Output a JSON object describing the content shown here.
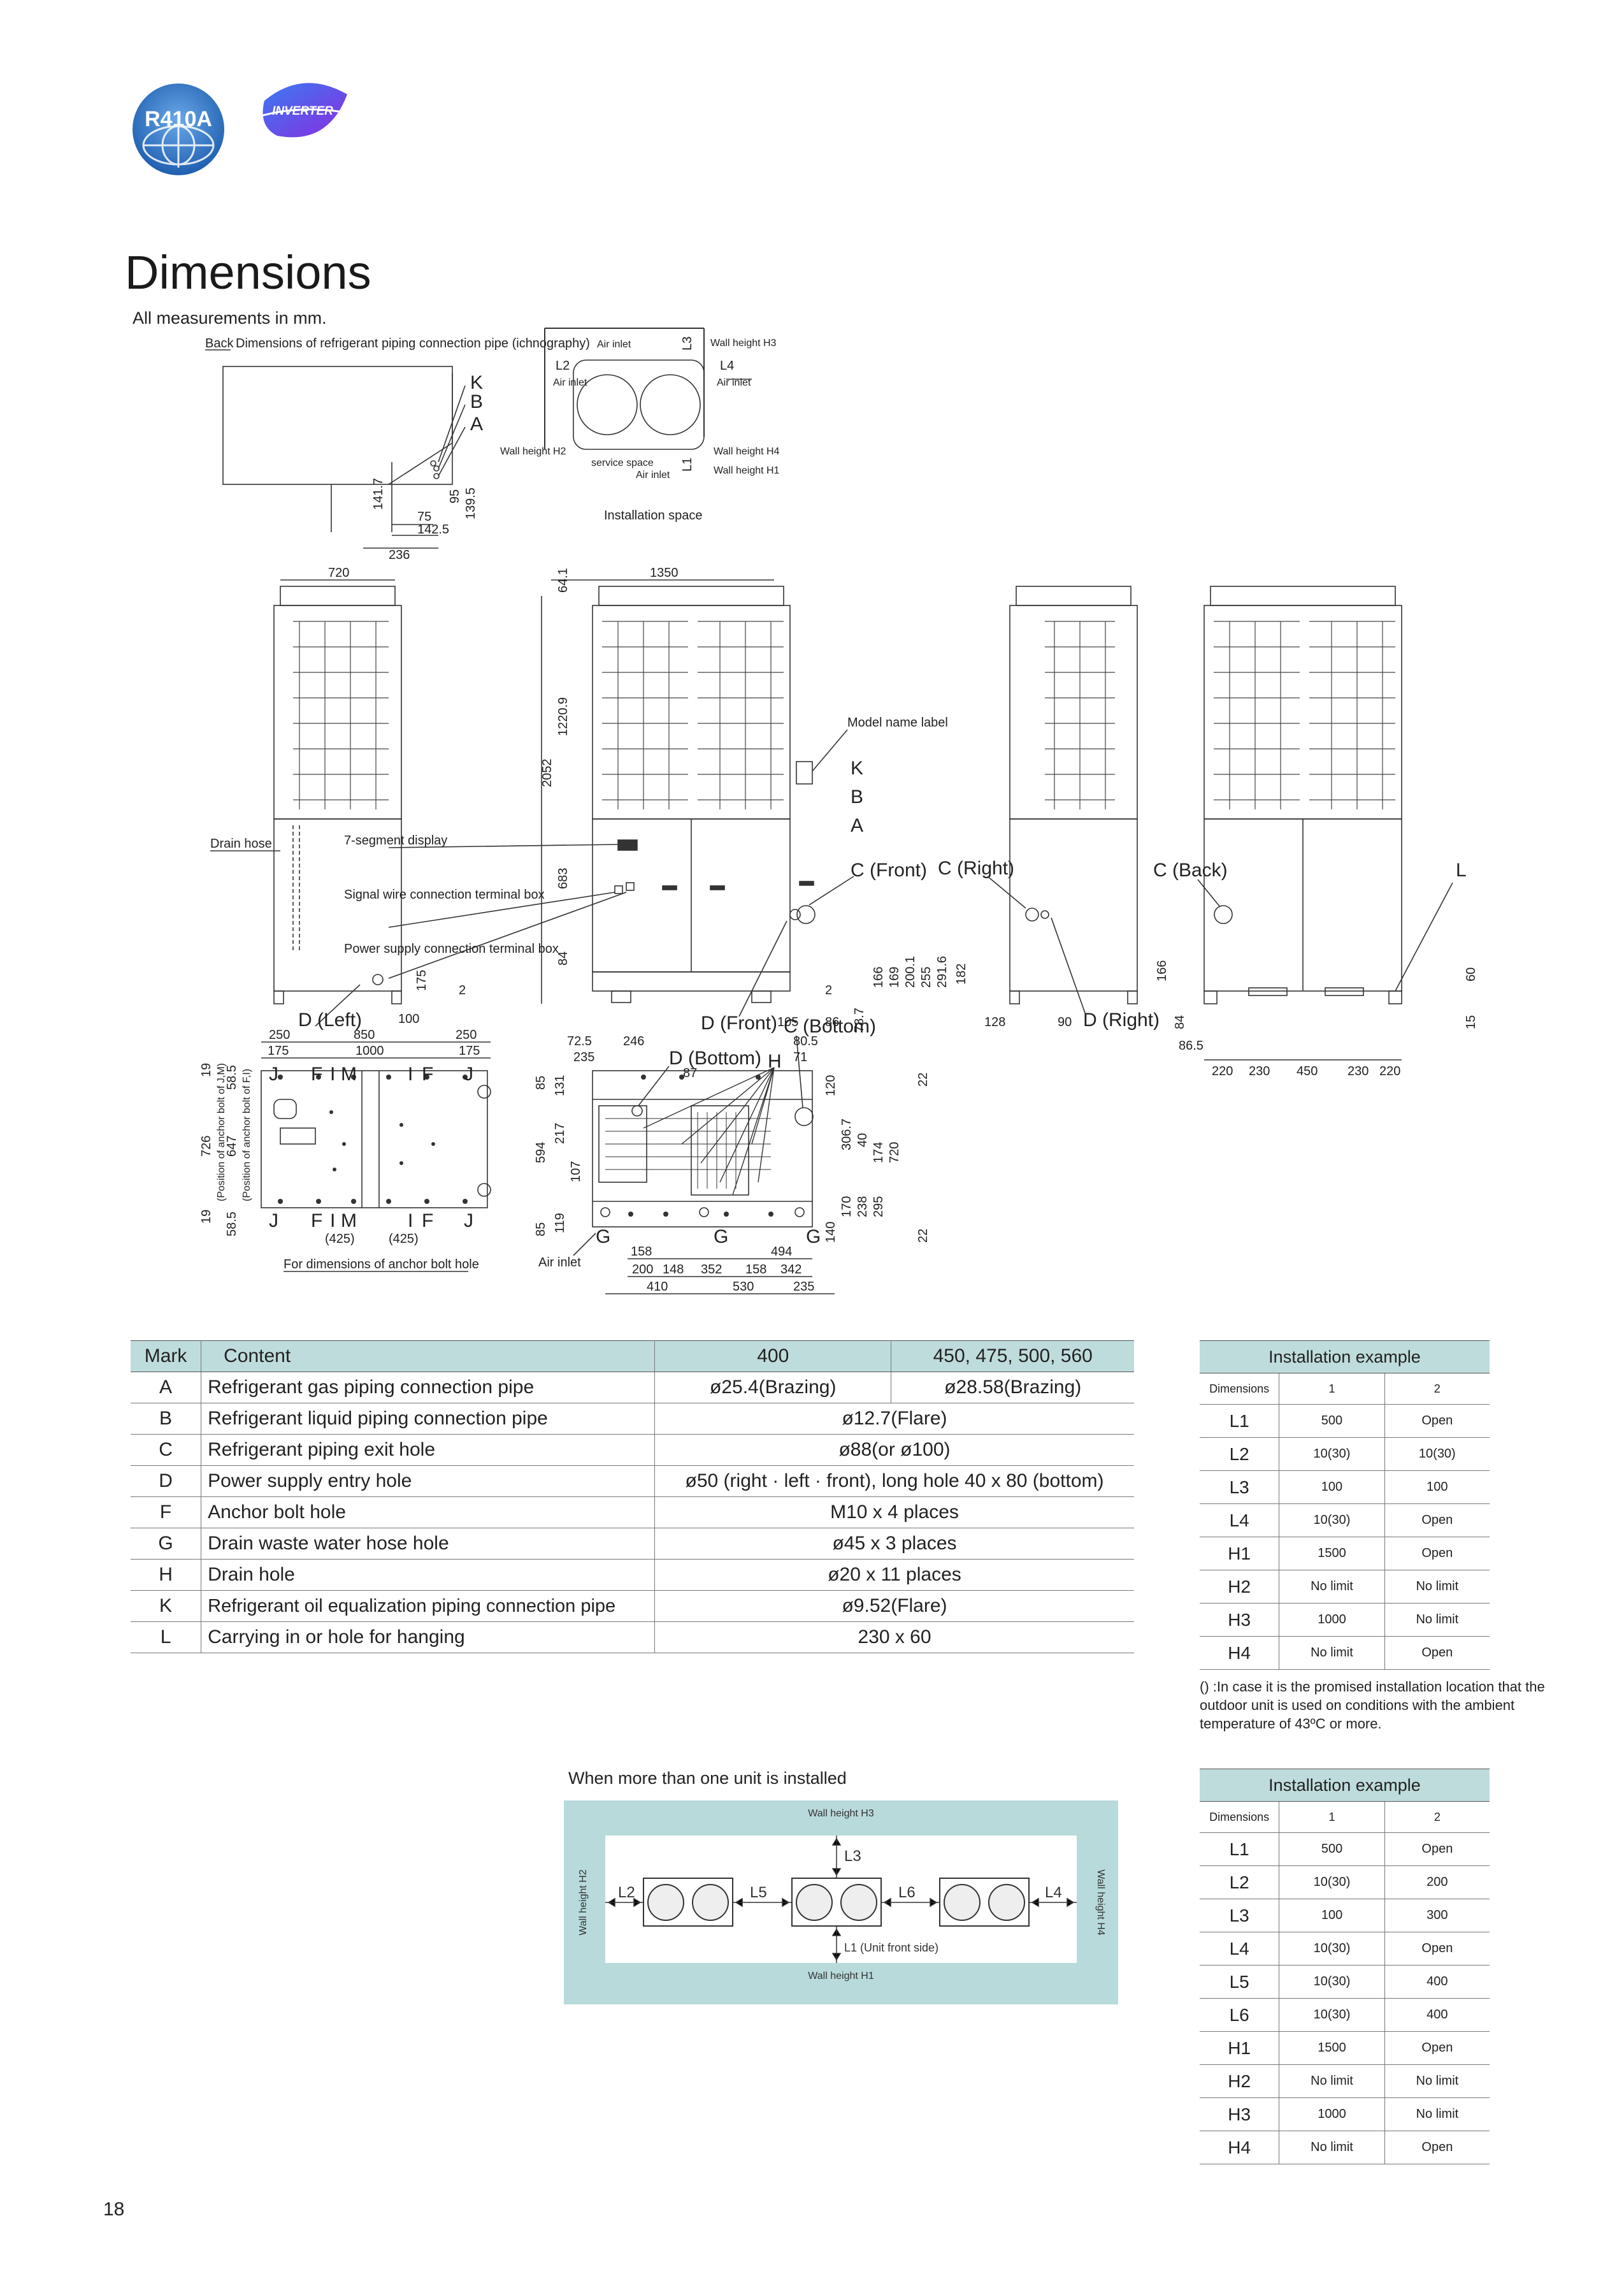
{
  "logos": {
    "refrigerant": "R410A",
    "inverter": "INVERTER"
  },
  "title": "Dimensions",
  "subtitle": "All measurements in mm.",
  "drawing": {
    "back_label": "Back",
    "piping_title": "Dimensions of refrigerant piping connection pipe (ichnography)",
    "piping_letters": [
      "K",
      "B",
      "A"
    ],
    "piping_dims": [
      "141.7",
      "95",
      "139.5",
      "75",
      "142.5",
      "236"
    ],
    "install_space": {
      "caption": "Installation space",
      "air_inlet": "Air inlet",
      "service_space": "service space",
      "wall_h1": "Wall height H1",
      "wall_h2": "Wall height H2",
      "wall_h3": "Wall height H3",
      "wall_h4": "Wall height H4",
      "l1": "L1",
      "l2": "L2",
      "l3": "L3",
      "l4": "L4"
    },
    "elev_dims": {
      "side_width": "720",
      "front_width": "1350",
      "top": "64.1",
      "upper": "1220.9",
      "total": "2052",
      "lower": "683",
      "base": "84",
      "drain_175": "175",
      "left_100": "100"
    },
    "labels": {
      "drain_hose": "Drain hose",
      "seg_display": "7-segment display",
      "signal_box": "Signal wire connection terminal box",
      "power_box": "Power supply connection terminal box",
      "model_label": "Model name label",
      "d_left": "D (Left)",
      "d_front": "D (Front)",
      "d_right": "D (Right)",
      "d_bottom": "D (Bottom)",
      "c_front": "C (Front)",
      "c_right": "C (Right)",
      "c_back": "C (Back)",
      "c_bottom": "C (Bottom)",
      "k": "K",
      "b": "B",
      "a": "A",
      "l": "L",
      "h": "H",
      "g": "G",
      "anchor_note": "For dimensions of anchor bolt hole",
      "air_inlet": "Air inlet",
      "pos_j_m": "(Position of anchor bolt of J,M)",
      "pos_f_i": "(Position of anchor bolt of F,I)"
    },
    "front_dims": [
      "2",
      "105",
      "2",
      "86",
      "78.7",
      "166",
      "169",
      "200.1",
      "255",
      "291.6",
      "182"
    ],
    "right_dims": [
      "128",
      "90"
    ],
    "back_dims": [
      "166",
      "84",
      "86.5",
      "60",
      "15",
      "220",
      "230",
      "450",
      "230",
      "220"
    ],
    "plan_top": [
      "250",
      "850",
      "250",
      "175",
      "1000",
      "175"
    ],
    "plan_left": [
      "19",
      "58.5",
      "726",
      "647",
      "19",
      "58.5"
    ],
    "plan_bottom": [
      "(425)",
      "(425)"
    ],
    "plan_letters_top": [
      "J",
      "F",
      "I",
      "M",
      "I",
      "F",
      "J"
    ],
    "plan_letters_bottom": [
      "J",
      "F",
      "I",
      "M",
      "I",
      "F",
      "J"
    ],
    "bottom_dims_top": [
      "72.5",
      "246",
      "235",
      "87",
      "80.5",
      "71"
    ],
    "bottom_dims_left": [
      "85",
      "131",
      "594",
      "217",
      "107",
      "85",
      "119"
    ],
    "bottom_dims_right": [
      "120",
      "22",
      "306.7",
      "40",
      "174",
      "720",
      "170",
      "238",
      "295",
      "140",
      "22"
    ],
    "bottom_dims_bottom": [
      "158",
      "494",
      "200",
      "148",
      "352",
      "158",
      "342",
      "410",
      "530",
      "235"
    ]
  },
  "spec_table": {
    "headers": [
      "Mark",
      "Content",
      "400",
      "450, 475, 500, 560"
    ],
    "rows": [
      {
        "mark": "A",
        "content": "Refrigerant gas piping connection pipe",
        "v1": "ø25.4(Brazing)",
        "v2": "ø28.58(Brazing)"
      },
      {
        "mark": "B",
        "content": "Refrigerant liquid piping connection pipe",
        "v": "ø12.7(Flare)"
      },
      {
        "mark": "C",
        "content": "Refrigerant piping exit hole",
        "v": "ø88(or ø100)"
      },
      {
        "mark": "D",
        "content": "Power supply entry hole",
        "v": "ø50 (right · left · front), long hole 40 x 80 (bottom)"
      },
      {
        "mark": "F",
        "content": "Anchor bolt hole",
        "v": "M10 x 4 places"
      },
      {
        "mark": "G",
        "content": "Drain waste water hose hole",
        "v": "ø45 x 3 places"
      },
      {
        "mark": "H",
        "content": "Drain hole",
        "v": "ø20 x 11 places"
      },
      {
        "mark": "K",
        "content": "Refrigerant oil equalization piping connection pipe",
        "v": "ø9.52(Flare)"
      },
      {
        "mark": "L",
        "content": "Carrying in or hole for hanging",
        "v": "230 x 60"
      }
    ]
  },
  "install_table_1": {
    "title": "Installation example",
    "header": [
      "Dimensions",
      "1",
      "2"
    ],
    "rows": [
      [
        "L1",
        "500",
        "Open"
      ],
      [
        "L2",
        "10(30)",
        "10(30)"
      ],
      [
        "L3",
        "100",
        "100"
      ],
      [
        "L4",
        "10(30)",
        "Open"
      ],
      [
        "H1",
        "1500",
        "Open"
      ],
      [
        "H2",
        "No limit",
        "No limit"
      ],
      [
        "H3",
        "1000",
        "No limit"
      ],
      [
        "H4",
        "No limit",
        "Open"
      ]
    ]
  },
  "install_note": "() :In case it is the promised installation location that the outdoor unit is used on conditions with the ambient temperature of 43ºC or more.",
  "multi_unit": {
    "caption": "When more than one unit is installed",
    "wall_h3": "Wall height H3",
    "wall_h1": "Wall height H1",
    "wall_h2": "Wall height H2",
    "wall_h4": "Wall height H4",
    "l1": "L1 (Unit front side)",
    "l2": "L2",
    "l3": "L3",
    "l4": "L4",
    "l5": "L5",
    "l6": "L6"
  },
  "install_table_2": {
    "title": "Installation example",
    "header": [
      "Dimensions",
      "1",
      "2"
    ],
    "rows": [
      [
        "L1",
        "500",
        "Open"
      ],
      [
        "L2",
        "10(30)",
        "200"
      ],
      [
        "L3",
        "100",
        "300"
      ],
      [
        "L4",
        "10(30)",
        "Open"
      ],
      [
        "L5",
        "10(30)",
        "400"
      ],
      [
        "L6",
        "10(30)",
        "400"
      ],
      [
        "H1",
        "1500",
        "Open"
      ],
      [
        "H2",
        "No limit",
        "No limit"
      ],
      [
        "H3",
        "1000",
        "No limit"
      ],
      [
        "H4",
        "No limit",
        "Open"
      ]
    ]
  },
  "page_number": "18",
  "colors": {
    "table_header": "#bfdcdc",
    "logo_blue": "#1f5fb0",
    "logo_purple": "#7a3bd1",
    "diagram_bg": "#b8dada"
  }
}
